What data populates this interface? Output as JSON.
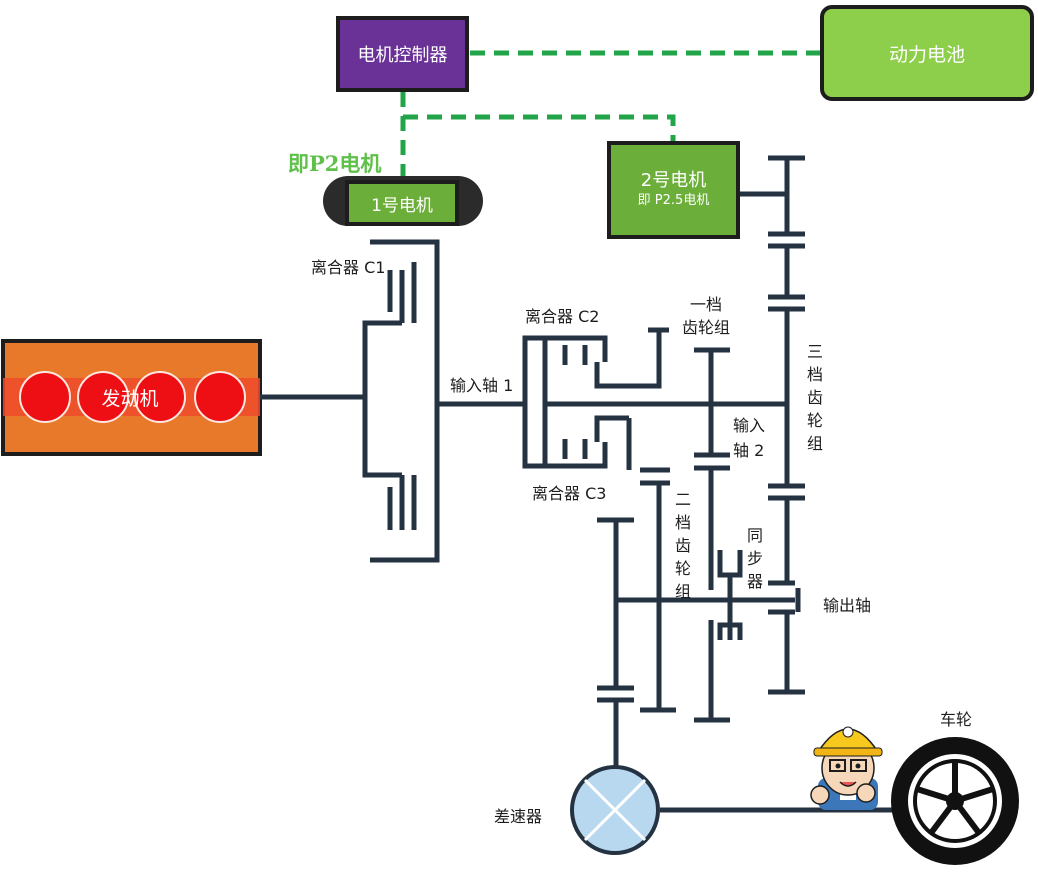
{
  "blocks": {
    "motor_controller": "电机控制器",
    "battery": "动力电池",
    "motor1": "1号电机",
    "motor2_title": "2号电机",
    "motor2_sub": "即 P2.5电机",
    "engine": "发动机"
  },
  "labels": {
    "p2_motor": "即P2电机",
    "clutch_c1": "离合器 C1",
    "clutch_c2": "离合器 C2",
    "clutch_c3": "离合器 C3",
    "input_shaft_1": "输入轴 1",
    "input_shaft_2_a": "输入",
    "input_shaft_2_b": "轴 2",
    "gear1_a": "一档",
    "gear1_b": "齿轮组",
    "gear2": "二档齿轮组",
    "gear3": "三档齿轮组",
    "synchronizer": "同步器",
    "output_shaft": "输出轴",
    "differential": "差速器",
    "wheel": "车轮"
  },
  "colors": {
    "motor_controller": "#6a3196",
    "battery": "#8dcf4a",
    "motor": "#6cae3a",
    "engine": "#e8792b",
    "cylinder": "#e8111a",
    "connection": "#21a548",
    "p2_label": "#5fc04a",
    "shaft": "#253241",
    "differential": "#b8d8f0"
  },
  "icons": {
    "engineer": "engineer-avatar-icon",
    "wheel": "wheel-icon",
    "differential": "differential-icon"
  }
}
